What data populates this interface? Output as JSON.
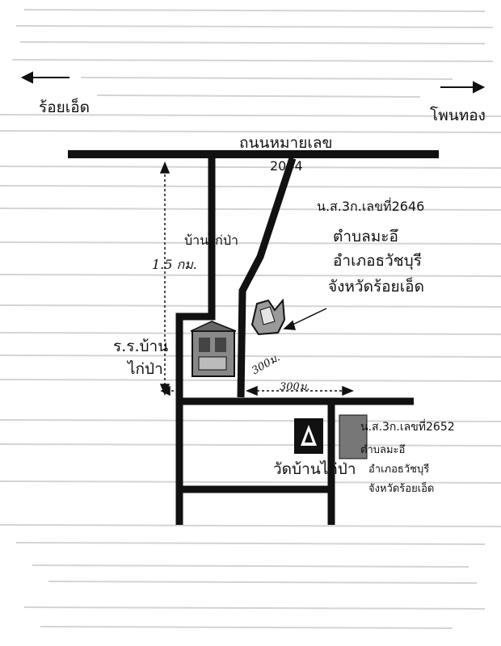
{
  "map": {
    "labels": {
      "west_town": "ร้อยเอ็ด",
      "east_town": "โพนทอง",
      "highway_name": "ถนนหมายเลข",
      "highway_number": "2044",
      "village": "บ้านไก่ป่า",
      "distance_north": "1.5 กม.",
      "school_line1": "ร.ร.บ้าน",
      "school_line2": "ไก่ป่า",
      "distance_site": "300ม.",
      "distance_road": "300ม.",
      "temple": "วัดบ้านไก่ป่า"
    },
    "site_main": {
      "title_deed": "น.ส.3ก.เลขที่2646",
      "subdistrict": "ตำบลมะอึ",
      "district": "อำเภอธวัชบุรี",
      "province": "จังหวัดร้อยเอ็ด"
    },
    "site_second": {
      "title_deed": "น.ส.3ก.เลขที่2652",
      "subdistrict": "ตำบลมะอึ",
      "district": "อำเภอธวัชบุรี",
      "province": "จังหวัดร้อยเอ็ด"
    },
    "icons": [
      "arrow-west-icon",
      "arrow-east-icon",
      "school-building-icon",
      "land-plot-icon",
      "temple-icon",
      "pointer-arrow-icon"
    ],
    "colors": {
      "ink": "#111111",
      "paper": "#ffffff",
      "faded_text": "#c9c9c9"
    }
  }
}
